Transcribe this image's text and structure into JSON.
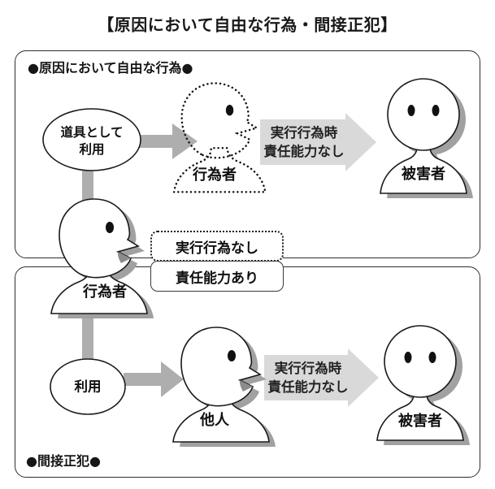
{
  "title": "【原因において自由な行為・間接正犯】",
  "top_panel": {
    "label": "●原因において自由な行為●",
    "tool_ellipse": {
      "line1": "道具として",
      "line2": "利用"
    },
    "actor_label": "行為者",
    "arrow_text": {
      "line1": "実行行為時",
      "line2": "責任能力なし"
    },
    "victim_label": "被害者"
  },
  "middle": {
    "actor_label": "行為者",
    "dotted_box_label": "実行行為なし",
    "solid_box_label": "責任能力あり"
  },
  "bottom_panel": {
    "label": "●間接正犯●",
    "use_ellipse_label": "利用",
    "other_label": "他人",
    "arrow_text": {
      "line1": "実行行為時",
      "line2": "責任能力なし"
    },
    "victim_label": "被害者"
  },
  "colors": {
    "big_arrow_gray": "#d9d9d9",
    "connector_gray": "#aeaeae",
    "shadow_gray": "#a1a1a1",
    "mouth_gray": "#8c8c8c",
    "ink": "#111111"
  }
}
